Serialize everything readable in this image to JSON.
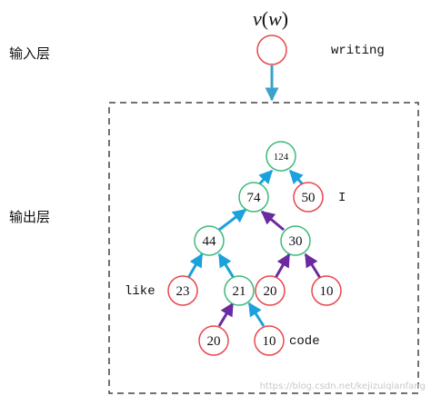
{
  "layers": {
    "input": "输入层",
    "output": "输出层"
  },
  "formula": {
    "v": "v",
    "lparen": "(",
    "w": "w",
    "rparen": ")"
  },
  "words": {
    "writing": "writing",
    "I": "I",
    "like": "like",
    "code": "code"
  },
  "nodes": {
    "input": "",
    "root": "124",
    "n74": "74",
    "n50": "50",
    "n44": "44",
    "n30": "30",
    "n23": "23",
    "n21": "21",
    "n20r": "20",
    "n10r": "10",
    "n20b": "20",
    "n10b": "10"
  },
  "watermark": "https://blog.csdn.net/kejizuiqianfang",
  "colors": {
    "leaf_border": "#e8464c",
    "inner_border": "#3dbb7a",
    "arrow_blue": "#1ba1dc",
    "arrow_purple": "#6a2aa0",
    "input_arrow": "#3aa3c9",
    "dashed_box": "#444444",
    "text": "#111111"
  }
}
